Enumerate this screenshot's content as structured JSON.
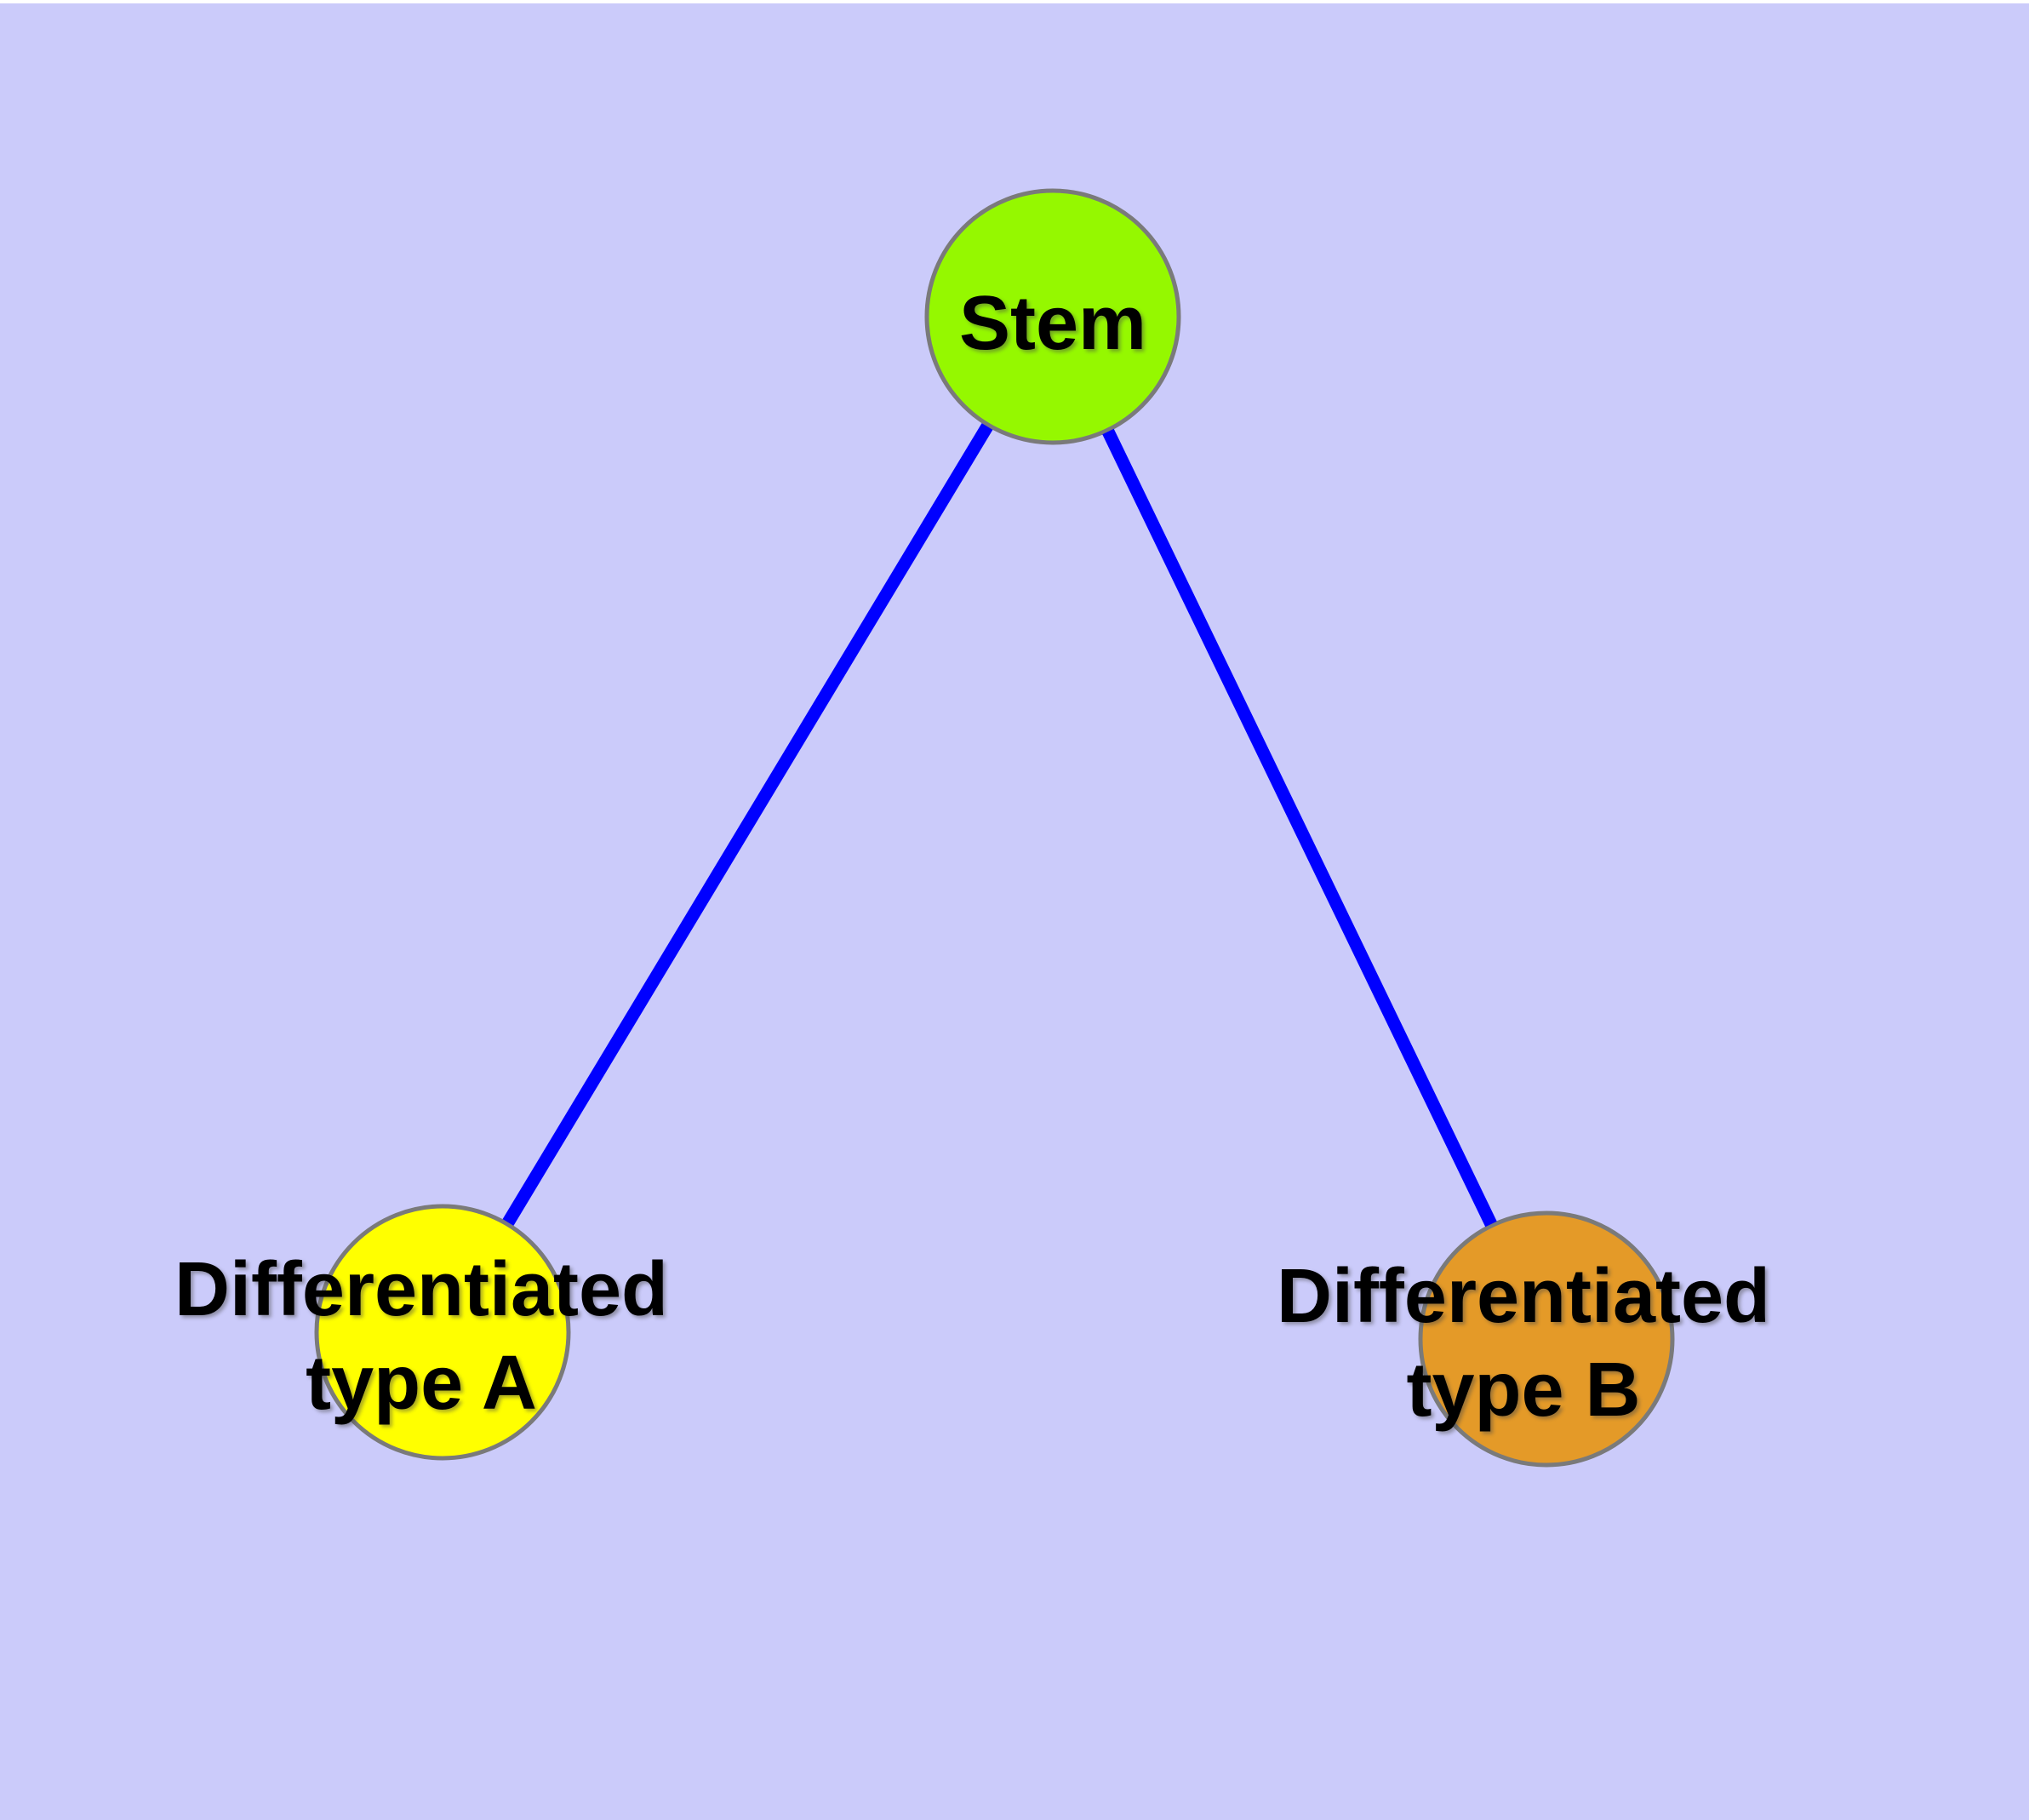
{
  "colors": {
    "background": "#CBCBFA",
    "top_margin": "#FFFFFF",
    "edge": "#0000FF",
    "node_border": "#7A7A7A",
    "label_text": "#000000",
    "stem_fill": "#95F800",
    "type_a_fill": "#FFFF00",
    "type_b_fill": "#E49A28"
  },
  "nodes": {
    "stem": {
      "label": "Stem",
      "fill": "#95F800"
    },
    "diff_a": {
      "label": "Differentiated type A",
      "line1": "Differentiated",
      "line2": "type A",
      "fill": "#FFFF00"
    },
    "diff_b": {
      "label": "Differentiated type B",
      "line1": "Differentiated",
      "line2": "type B",
      "fill": "#E49A28"
    }
  },
  "edges": [
    {
      "from": "Stem",
      "to": "Differentiated type A"
    },
    {
      "from": "Stem",
      "to": "Differentiated type B"
    }
  ]
}
